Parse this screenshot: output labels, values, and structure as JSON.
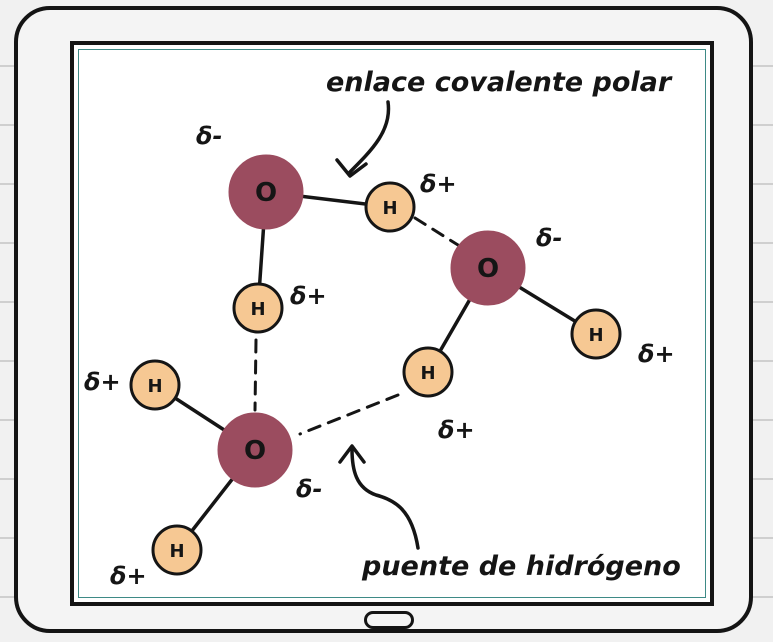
{
  "annotations": {
    "covalent_bond": "enlace covalente polar",
    "hydrogen_bond": "puente de hidrógeno"
  },
  "atoms": {
    "oxygen_symbol": "O",
    "hydrogen_symbol": "H"
  },
  "charges": {
    "negative": "δ-",
    "positive": "δ+"
  },
  "colors": {
    "oxygen": "#9b4c5f",
    "hydrogen": "#f6c893",
    "outline": "#151515",
    "screen_border": "#3e8a86"
  }
}
